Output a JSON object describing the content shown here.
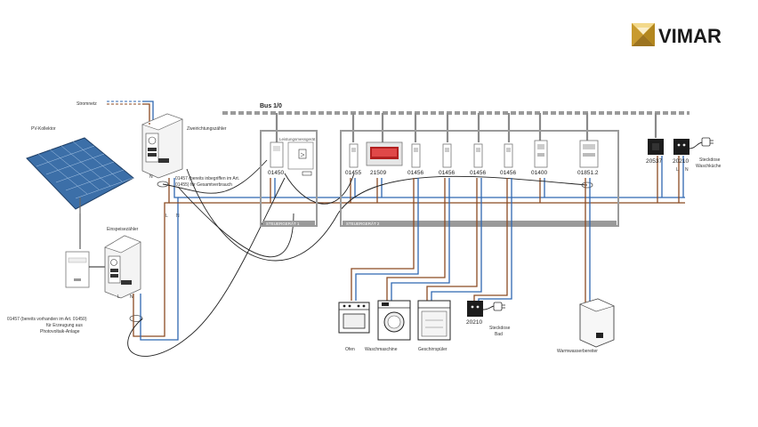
{
  "brand": {
    "name": "VIMAR",
    "colors": {
      "logo_gold": "#c89a2e",
      "logo_dark": "#5a4a2a"
    }
  },
  "bus": {
    "label": "Bus 1/0"
  },
  "grid": {
    "label": "Stromnetz"
  },
  "left": {
    "pv_label": "PV-Kollektor",
    "bidirectional_meter": "Zweirichtungszähler",
    "feed_meter": "Einspeisezähler",
    "note_top_line1": "01457 (bereits inbegriffen im Art.",
    "note_top_line2": "01455) für Gesamtverbrauch",
    "note_bottom_line1": "01457 (bereits vorhanden im Art. 01450)",
    "note_bottom_line2": "für Erzeugung aus",
    "note_bottom_line3": "Photovoltaik-Anlage",
    "L": "L",
    "N": "N"
  },
  "controller1": {
    "frame_label": "STEUERGERÄT 1",
    "article": "01450",
    "inner_label": "Leistungsmessgerät"
  },
  "controller2": {
    "frame_label": "STEUERGERÄT 2",
    "modules": [
      "01455",
      "21509",
      "01456",
      "01456",
      "01456",
      "01456",
      "01400",
      "01851.2"
    ]
  },
  "right": {
    "device_a": "20537",
    "device_b": "20210",
    "socket_kitchen_line1": "Steckdose",
    "socket_kitchen_line2": "Waschküche",
    "L": "L",
    "N": "N"
  },
  "appliances": {
    "oven": "Ofen",
    "washer": "Waschmaschine",
    "dishwasher": "Geschirrspüler",
    "bath_device": "20210",
    "bath_socket_line1": "Steckdose",
    "bath_socket_line2": "Bad",
    "water_heater": "Warmwasserbereiter"
  }
}
